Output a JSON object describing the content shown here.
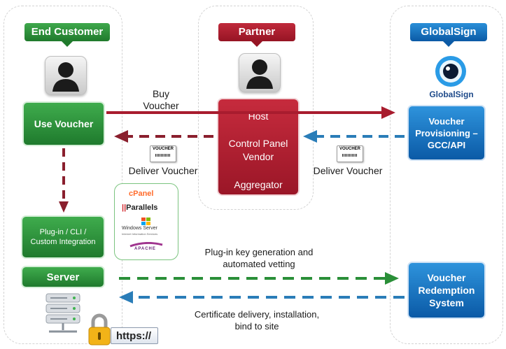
{
  "lanes": {
    "end_customer": "End Customer",
    "partner": "Partner",
    "globalsign": "GlobalSign"
  },
  "boxes": {
    "use_voucher": "Use Voucher",
    "partner_host": "Host",
    "partner_cpv": "Control Panel Vendor",
    "partner_aggregator": "Aggregator",
    "voucher_provisioning": "Voucher Provisioning – GCC/API",
    "plugin": "Plug-in / CLI / Custom Integration",
    "server": "Server",
    "voucher_redemption": "Voucher Redemption System"
  },
  "labels": {
    "buy_voucher": "Buy Voucher",
    "deliver_voucher_left": "Deliver Voucher",
    "deliver_voucher_right": "Deliver Voucher",
    "plugin_keygen": "Plug-in key generation and automated vetting",
    "cert_delivery": "Certificate delivery, installation, bind to site",
    "https": "https://",
    "voucher_icon_text": "VOUCHER",
    "globalsign_logo": "GlobalSign"
  },
  "logos": {
    "cpanel": "cPanel",
    "parallels": "Parallels",
    "windows_server": "Windows Server",
    "windows_server_sub": "Internet Information Services",
    "apache": "APACHE"
  },
  "colors": {
    "green": "#2a8f38",
    "red": "#a81c2e",
    "blue": "#1470c2",
    "dashed_red": "#8a1f2d",
    "dashed_blue": "#2a7db8",
    "dashed_green": "#2a8f38"
  }
}
